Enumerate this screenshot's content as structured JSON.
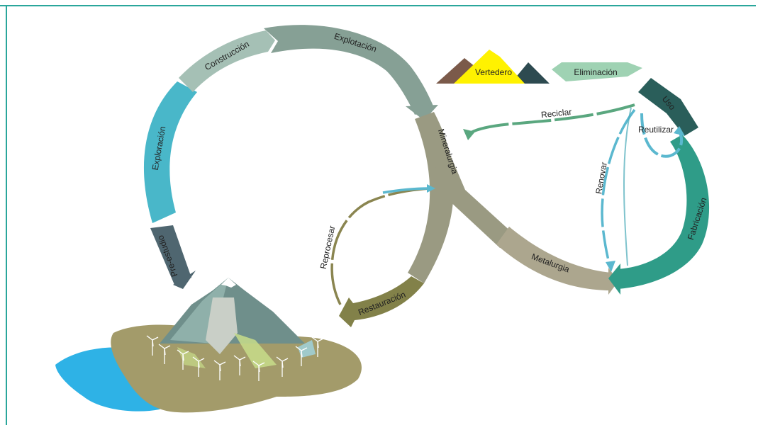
{
  "stages": {
    "pre_estudio": "Pre-estudio",
    "exploracion": "Exploración",
    "construccion": "Construcción",
    "explotacion": "Explotación",
    "mineralurgia": "Mineralurgia",
    "metalurgia": "Metalurgia",
    "fabricacion": "Fabricación",
    "uso": "Uso",
    "eliminacion": "Eliminación",
    "vertedero": "Vertedero",
    "restauracion": "Restauración"
  },
  "loops": {
    "reciclar": "Reciclar",
    "reutilizar": "Reutilizar",
    "renovar": "Renovar",
    "reprocesar": "Reprocesar"
  },
  "colors": {
    "frame": "#2aa69b",
    "pre_estudio": "#4f6670",
    "exploracion": "#49b7c9",
    "construccion": "#a5c0b5",
    "explotacion": "#86a095",
    "mineralurgia": "#9a9a82",
    "metalurgia": "#aca68e",
    "restauracion": "#828149",
    "fabricacion": "#2f9c88",
    "uso": "#2a5e5a",
    "eliminacion": "#9fd2b3",
    "vertedero": "#fff200",
    "lake": "#2eb2e6",
    "land": "#a39b6a"
  }
}
